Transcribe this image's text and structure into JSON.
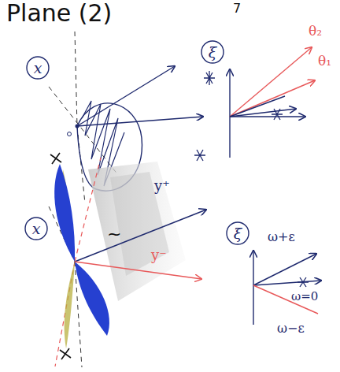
{
  "diagram": {
    "title": "Plane (2)",
    "nodes": [
      {
        "text": [
          "x"
        ]
      },
      {
        "text": [
          "ξ"
        ]
      },
      {
        "text": [
          "x"
        ]
      },
      {
        "text": [
          "ξ"
        ]
      }
    ],
    "labels": [
      "7",
      "θ₂",
      "θ₁",
      "y⁺",
      "~",
      "y⁻",
      "ω+ε",
      "ω=0",
      "ω−ε"
    ]
  }
}
